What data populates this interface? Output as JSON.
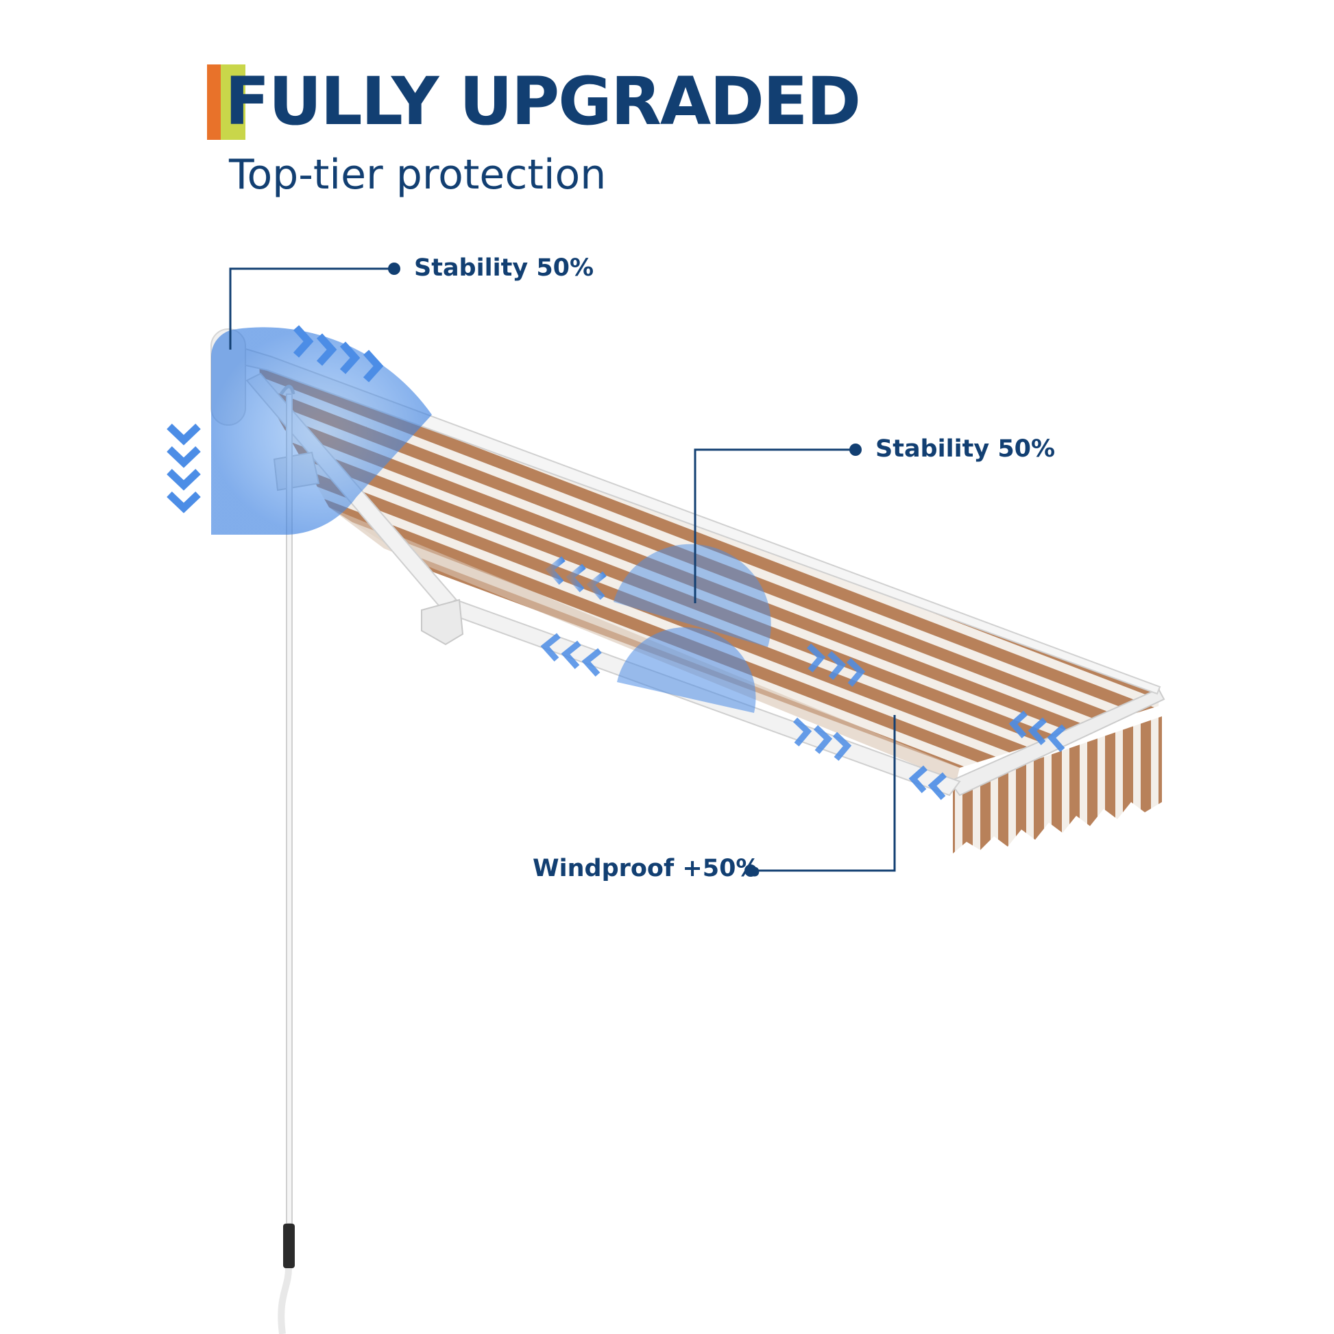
{
  "header": {
    "title": "FULLY UPGRADED",
    "subtitle": "Top-tier protection"
  },
  "callouts": [
    {
      "label": "Stability 50%"
    },
    {
      "label": "Stability 50%"
    },
    {
      "label": "Windproof +50%"
    }
  ],
  "colors": {
    "title": "#123f72",
    "accent_orange": "#e8722a",
    "accent_lime": "#c9d64a",
    "highlight_blue": "#4c8de6",
    "fabric_tan": "#b8815a",
    "fabric_white": "#f3eee8",
    "frame": "#e9e9e9"
  },
  "icons": [
    "chevron-right-icon",
    "chevron-down-icon",
    "chevron-left-icon",
    "callout-dot-icon"
  ]
}
